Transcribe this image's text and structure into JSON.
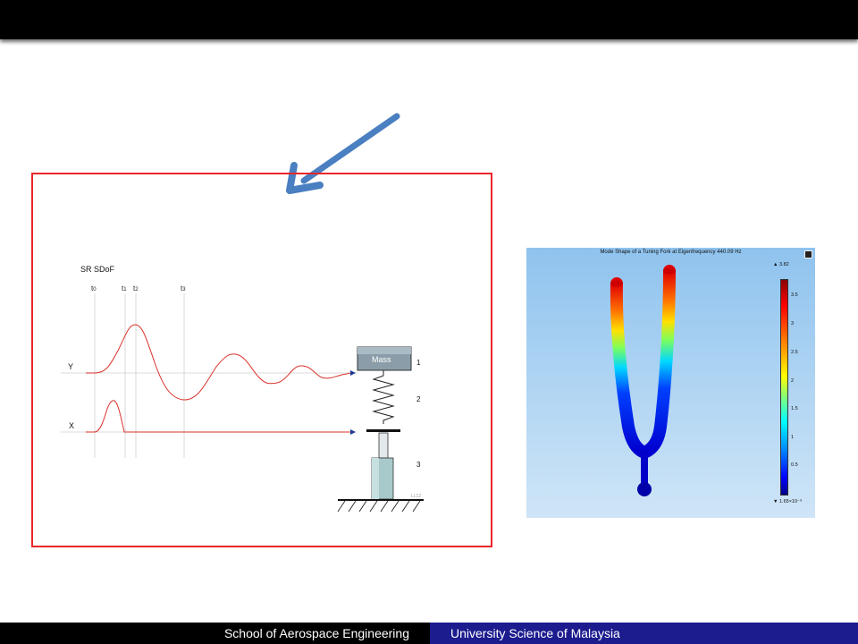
{
  "footer": {
    "left_label": "School of Aerospace Engineering",
    "right_label": "University Science of Malaysia",
    "left_color": "#000000",
    "right_color": "#1c1c8f"
  },
  "diagram": {
    "title": "SR SDoF",
    "time_labels": [
      {
        "main": "t",
        "sub": "0"
      },
      {
        "main": "t",
        "sub": "1"
      },
      {
        "main": "t",
        "sub": "2"
      },
      {
        "main": "t",
        "sub": "3"
      }
    ],
    "y_label": "Y",
    "x_label": "X",
    "mass_label": "Mass",
    "component_numbers": [
      "1",
      "2",
      "3"
    ],
    "corner_code": "LL12"
  },
  "simulation": {
    "title": "Mode Shape of a Tuning Fork at Eigenfrequency 440.09 Hz",
    "colorbar_max": "3.82",
    "colorbar_ticks": [
      "3.5",
      "3",
      "2.5",
      "2",
      "1.5",
      "1",
      "0.5"
    ],
    "colorbar_min": "1.65×10⁻⁹"
  },
  "colors": {
    "frame": "#e8262a",
    "arrow": "#4a7fc1",
    "signal": "#d9322b"
  }
}
